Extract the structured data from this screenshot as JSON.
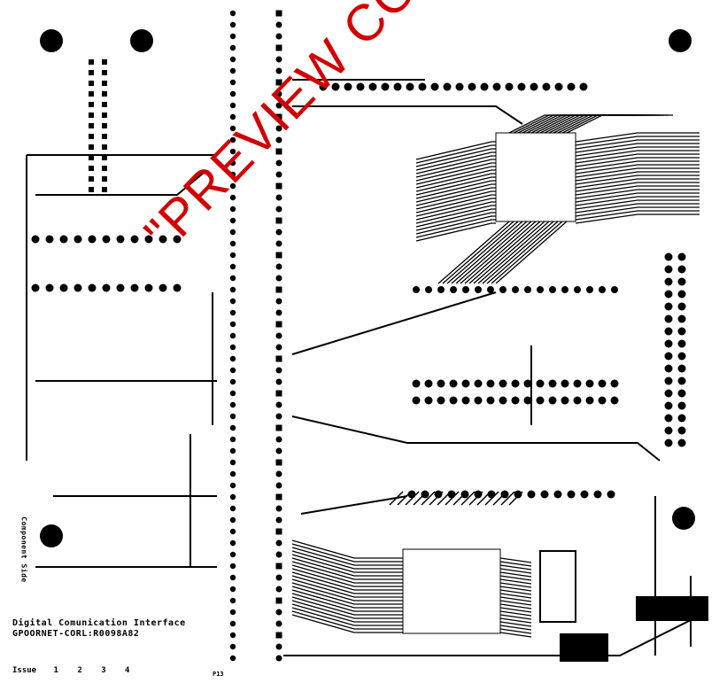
{
  "board": {
    "title_line_1": "Digital Comunication Interface",
    "title_line_2": "GPOORNET-CORL:R0098A82",
    "side_label": "Component Side",
    "issue_label": "Issue",
    "issue_numbers": [
      "1",
      "2",
      "3",
      "4"
    ],
    "corner_ref": "P13"
  },
  "watermark": {
    "text": "\"PREVIEW COPY\"",
    "color": "#d10000"
  },
  "colors": {
    "trace": "#000000",
    "background": "#ffffff"
  }
}
